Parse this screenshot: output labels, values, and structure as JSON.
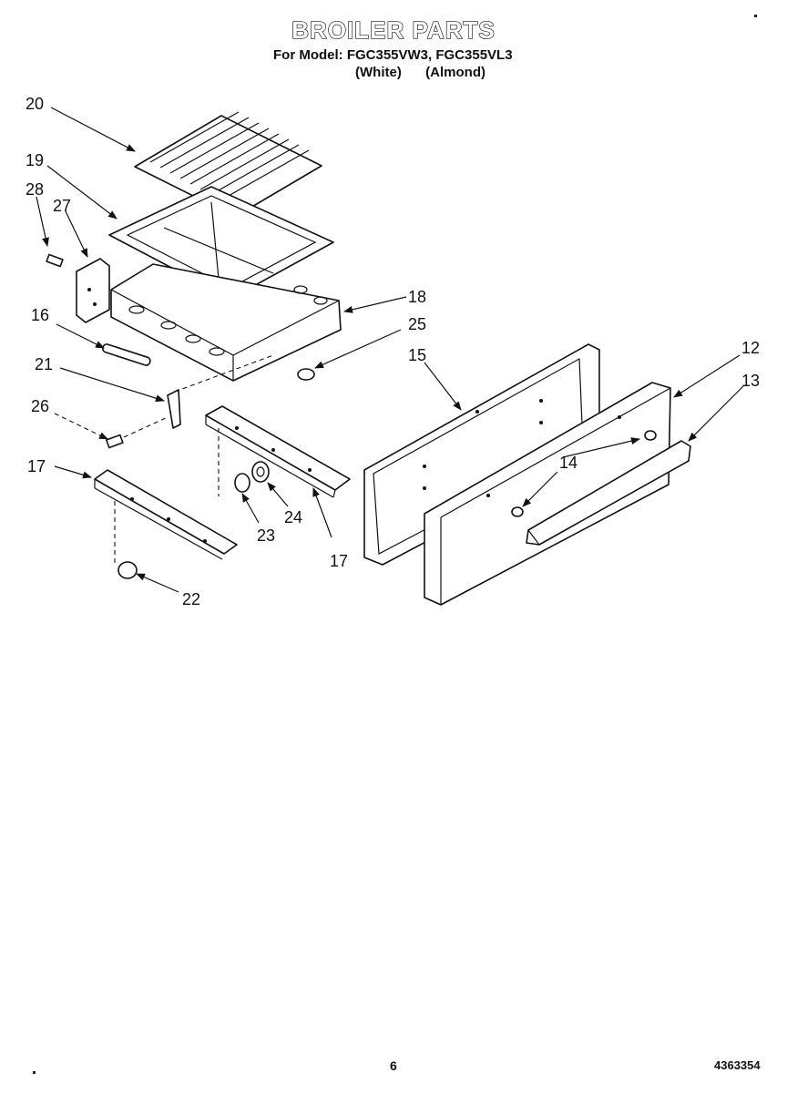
{
  "header": {
    "title": "BROILER PARTS",
    "model_line": "For Model: FGC355VW3, FGC355VL3",
    "variant_white": "(White)",
    "variant_almond": "(Almond)"
  },
  "callouts": {
    "c20": "20",
    "c19": "19",
    "c28": "28",
    "c27": "27",
    "c18": "18",
    "c16": "16",
    "c25": "25",
    "c21": "21",
    "c15": "15",
    "c12": "12",
    "c13": "13",
    "c26": "26",
    "c14": "14",
    "c17a": "17",
    "c24": "24",
    "c23": "23",
    "c17b": "17",
    "c22": "22"
  },
  "footer": {
    "page_number": "6",
    "document_number": "4363354"
  }
}
